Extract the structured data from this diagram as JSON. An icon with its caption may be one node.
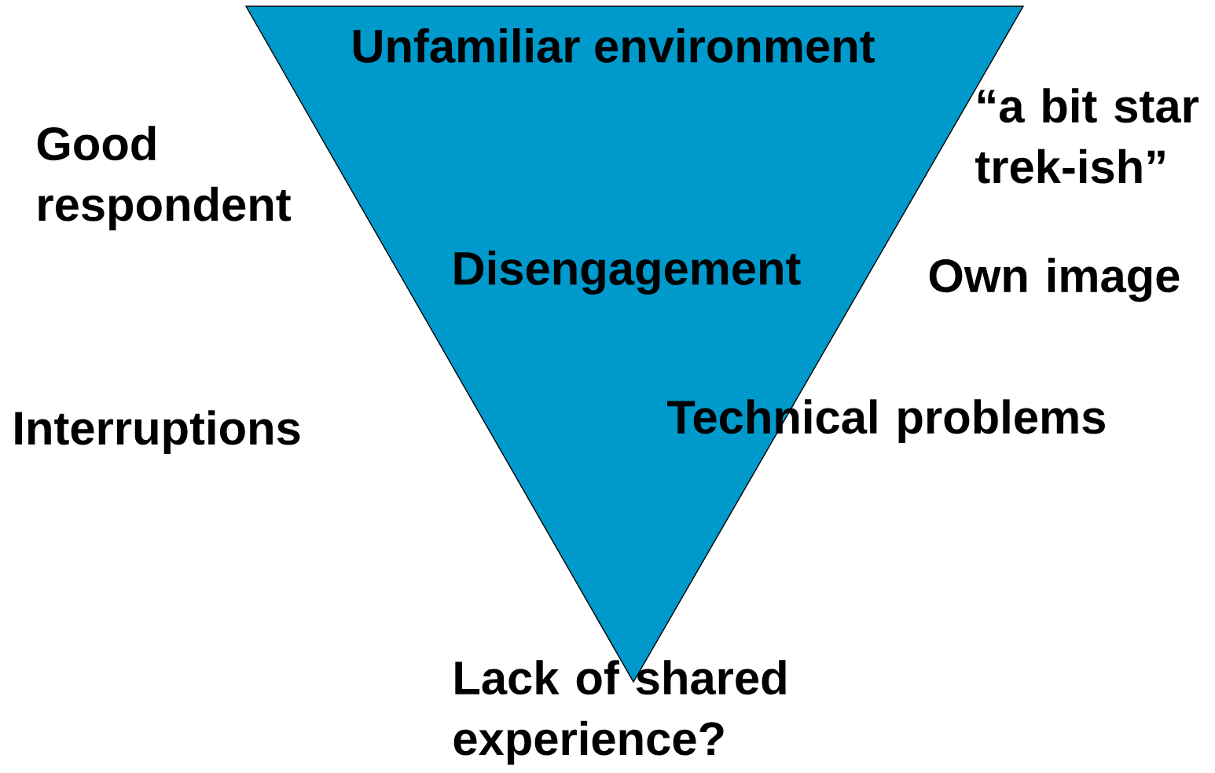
{
  "diagram": {
    "nodes": [
      {
        "text": [
          "Unfamiliar environment",
          "Disengagement"
        ]
      }
    ],
    "labels": [
      "Good respondent",
      "“a bit star trek-ish”",
      "Own image",
      "Interruptions",
      "Technical problems",
      "Lack of shared experience?"
    ]
  }
}
